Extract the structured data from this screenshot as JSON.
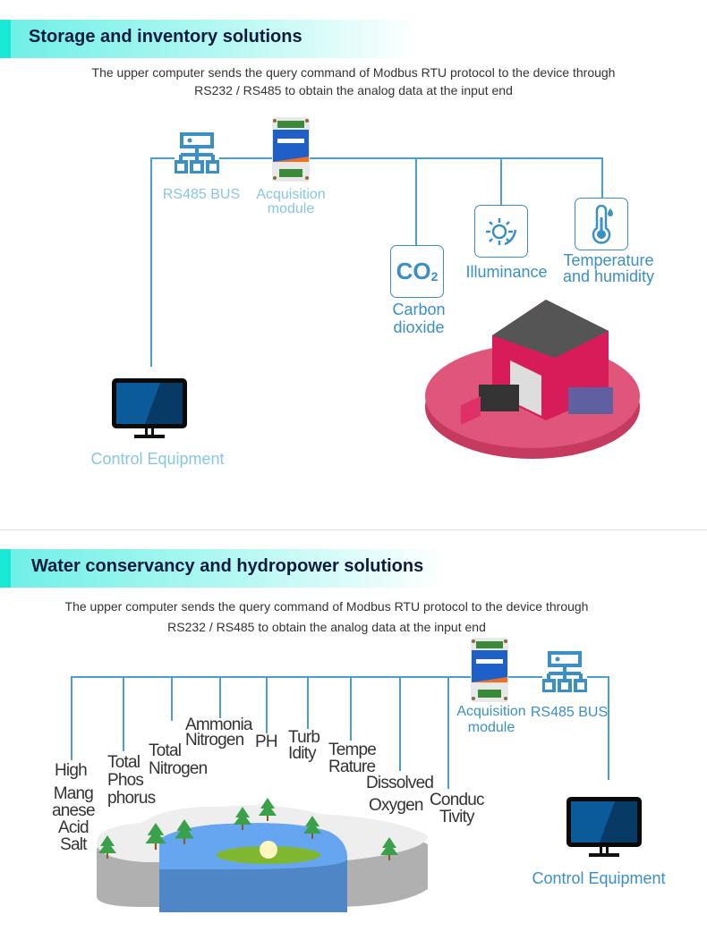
{
  "storage": {
    "title": "Storage and inventory solutions",
    "subtitle_line1": "The upper computer sends the query command of Modbus RTU protocol to the device through",
    "subtitle_line2": "RS232 / RS485 to obtain the analog data at the input end",
    "rs485_label": "RS485 BUS",
    "module_label_1": "Acquisition",
    "module_label_2": "module",
    "co2_icon_text": "CO",
    "co2_icon_sub": "2",
    "co2_label_1": "Carbon",
    "co2_label_2": "dioxide",
    "illuminance_label": "Illuminance",
    "temp_label_1": "Temperature",
    "temp_label_2": "and humidity",
    "control_label": "Control Equipment"
  },
  "water": {
    "title": "Water conservancy and hydropower solutions",
    "subtitle_line1": "The upper computer sends the query command of Modbus RTU protocol to the device through",
    "subtitle_line2": "RS232 / RS485 to obtain the analog data at the input end",
    "module_label_1": "Acquisition",
    "module_label_2": "module",
    "rs485_label": "RS485 BUS",
    "control_label": "Control Equipment",
    "sensors": {
      "high": "High",
      "manganese": [
        "Mang",
        "anese",
        "Acid",
        "Salt"
      ],
      "phosphorus": [
        "Total",
        "Phos",
        "phorus"
      ],
      "nitrogen": [
        "Total",
        "Nitrogen"
      ],
      "ammonia": [
        "Ammonia",
        "Nitrogen"
      ],
      "ph": "PH",
      "turbidity": [
        "Turb",
        "Idity"
      ],
      "temperature": [
        "Tempe",
        "Rature"
      ],
      "dissolved": "Dissolved",
      "oxygen": "Oxygen",
      "conductivity": [
        "Conduc",
        "Tivity"
      ]
    }
  },
  "colors": {
    "accent": "#19e8d6",
    "line": "#4a9fc8",
    "label_light": "#86c6e2",
    "label_blue": "#3a8fc5"
  }
}
